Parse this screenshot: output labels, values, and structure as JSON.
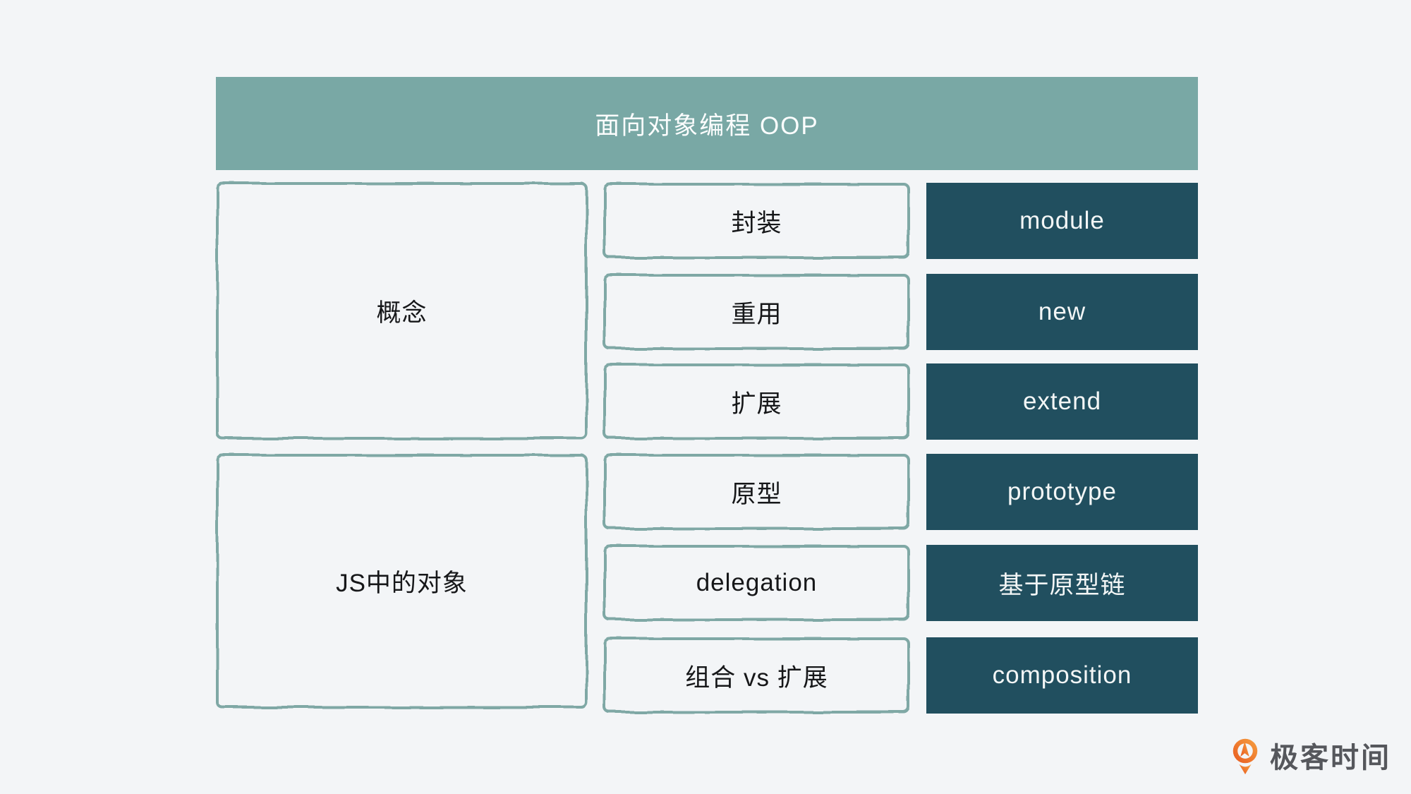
{
  "title_bar": {
    "label": "面向对象编程 OOP"
  },
  "left_groups": [
    {
      "label": "概念"
    },
    {
      "label": "JS中的对象"
    }
  ],
  "concept_boxes": [
    {
      "label": "封装"
    },
    {
      "label": "重用"
    },
    {
      "label": "扩展"
    },
    {
      "label": "原型"
    },
    {
      "label": "delegation"
    },
    {
      "label": "组合 vs 扩展"
    }
  ],
  "implementation_boxes": [
    {
      "label": "module"
    },
    {
      "label": "new"
    },
    {
      "label": "extend"
    },
    {
      "label": "prototype"
    },
    {
      "label": "基于原型链"
    },
    {
      "label": "composition"
    }
  ],
  "logo": {
    "label": "极客时间"
  },
  "colors": {
    "background": "#f3f5f7",
    "header_bar": "#79a8a5",
    "sketch_border": "#7fa8a5",
    "dark_box": "#214f5f",
    "dark_box_text": "#f3f6f6",
    "box_text": "#161719",
    "header_text": "#fbfdfd",
    "logo_orange_dark": "#e85a20",
    "logo_orange_light": "#f6a040",
    "logo_text_gray": "#55575c"
  }
}
